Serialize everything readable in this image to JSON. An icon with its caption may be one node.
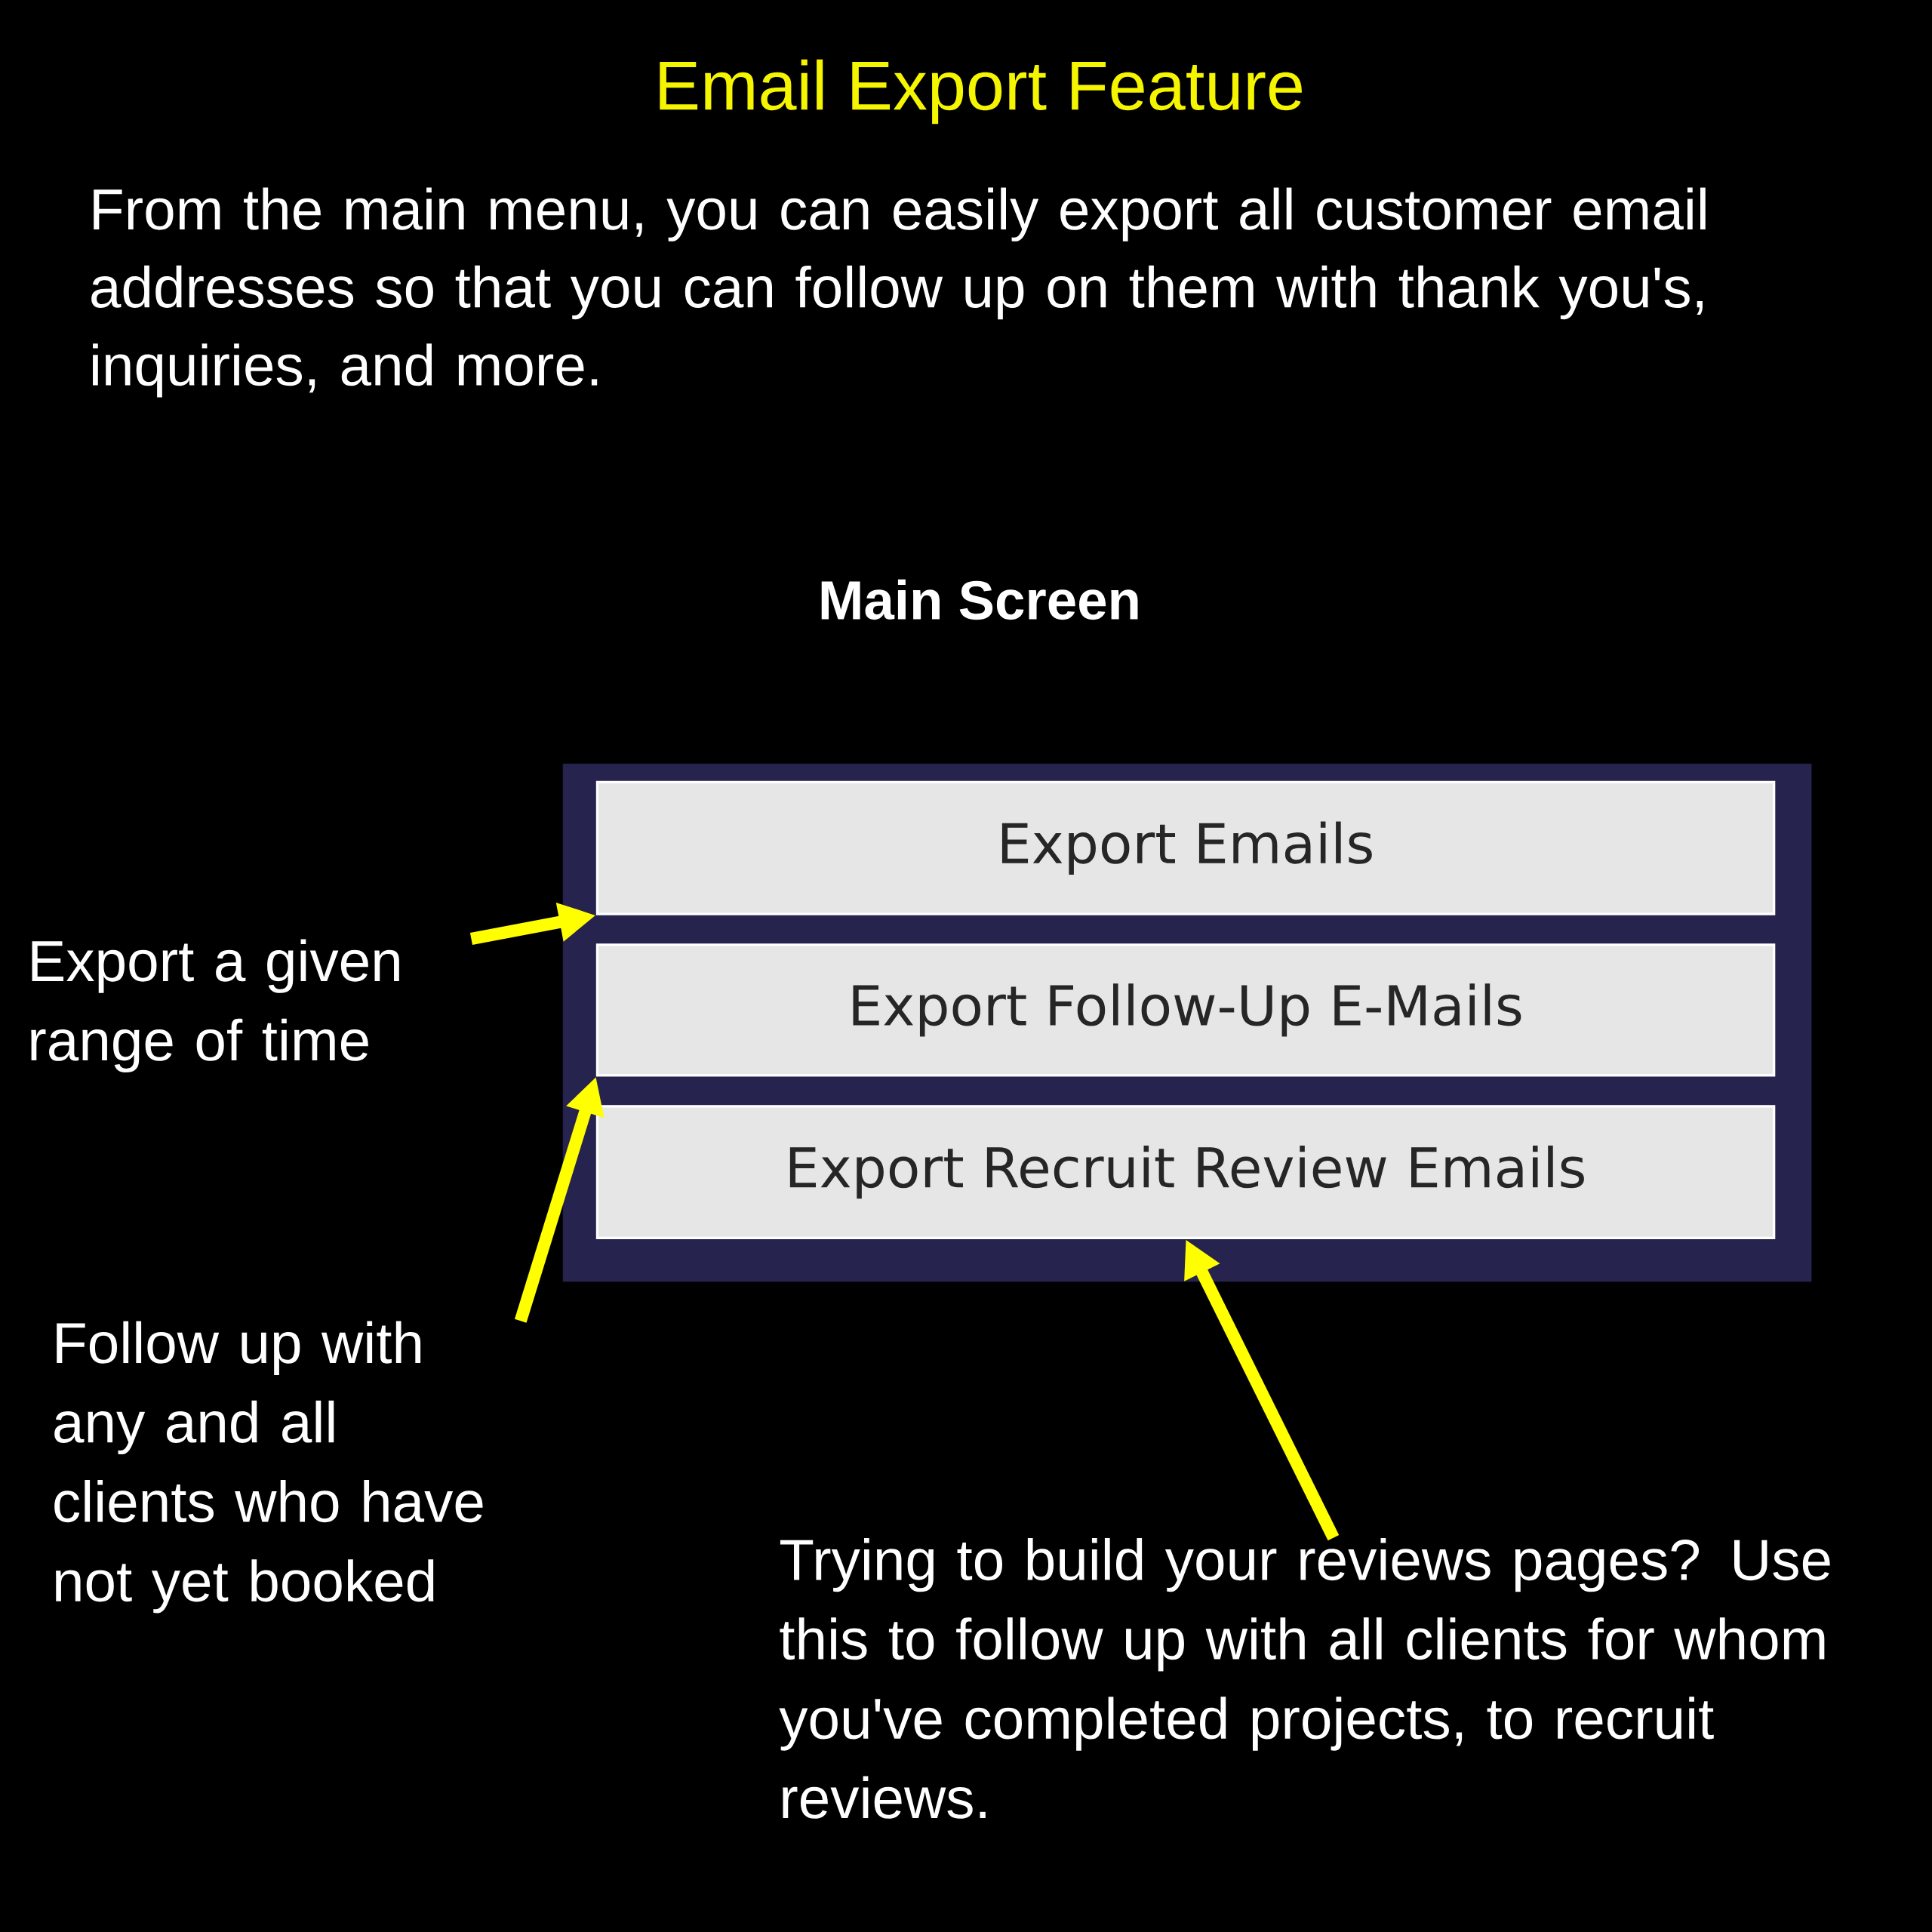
{
  "diagram": {
    "title": "Email Export Feature",
    "nodes": [
      {
        "text": [],
        "shape": "box"
      },
      {
        "text": [
          "Export Emails"
        ],
        "in": 0
      },
      {
        "text": [
          "Export Follow-Up E-Mails"
        ],
        "in": 0
      },
      {
        "text": [
          "Export Recruit Review Emails"
        ],
        "in": 0
      },
      {
        "text": [
          "Export a given range of time"
        ]
      },
      {
        "text": [
          "Follow up with any and all clients who have not yet booked"
        ]
      },
      {
        "text": [
          "Trying to build your reviews pages? Use this to follow up with all clients for whom you've completed projects, to recruit reviews."
        ]
      }
    ],
    "edges": [
      {
        "from": 4,
        "to": 1,
        "arrow": "to"
      },
      {
        "from": 5,
        "to": 2,
        "arrow": "to"
      },
      {
        "from": 6,
        "to": 3,
        "arrow": "to"
      }
    ],
    "labels": [
      "From the main menu, you can easily export all customer email addresses so that you can follow up on them with thank you's, inquiries, and more.",
      "Main Screen"
    ]
  }
}
